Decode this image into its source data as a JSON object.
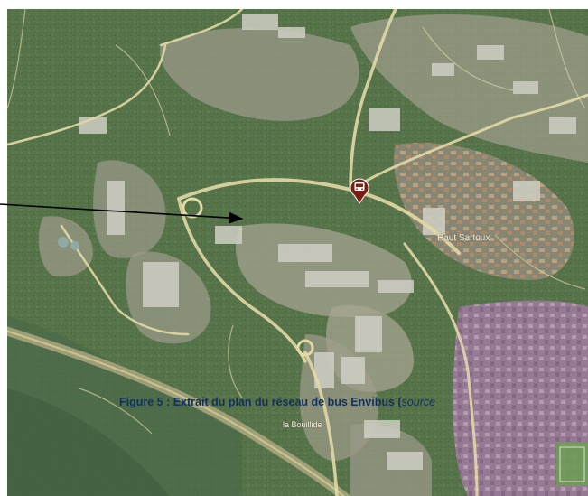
{
  "map": {
    "place_labels": {
      "haut_sartoux": "Haut Sartoux",
      "la_bouillide": "la Bouillide"
    },
    "marker": {
      "icon": "bus-icon",
      "color": "#7a1d14"
    },
    "arrow": {
      "color": "#000000"
    }
  },
  "caption": {
    "text": "Figure 5 : Extrait du plan du réseau de bus Envibus (",
    "source": "source"
  }
}
